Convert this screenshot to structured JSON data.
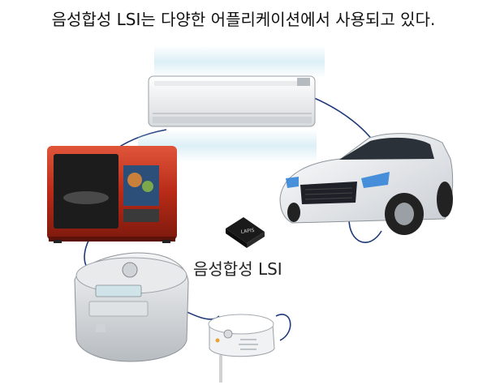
{
  "headline": "음성합성 LSI는 다양한 어플리케이션에서 사용되고 있다.",
  "center_label": "음성합성 LSI",
  "chip_text": "LAPIS",
  "colors": {
    "connector": "#1f3a7a",
    "microwave": "#c0321e",
    "car_light": "#2a7fd6",
    "chip": "#1a1a1a"
  },
  "icons": [
    "air-conditioner-icon",
    "microwave-oven-icon",
    "car-icon",
    "lsi-chip-icon",
    "rice-cooker-icon",
    "smoke-detector-icon"
  ]
}
